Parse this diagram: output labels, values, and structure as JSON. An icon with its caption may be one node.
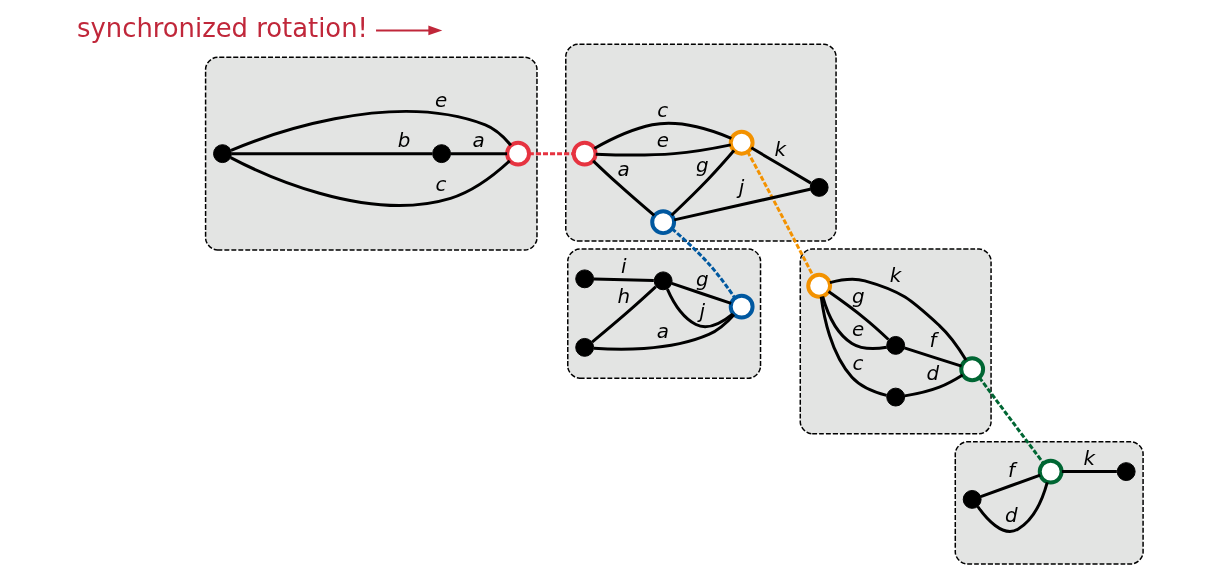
{
  "diagram": {
    "nodes": [
      {
        "text": [],
        "shape": "blob"
      },
      {
        "text": [],
        "shape": "circle",
        "in": 0
      },
      {
        "text": [],
        "shape": "circle",
        "in": 0
      },
      {
        "text": [],
        "shape": "circle",
        "in": 0
      },
      {
        "text": [],
        "shape": "blob"
      },
      {
        "text": [],
        "shape": "circle",
        "in": 4
      },
      {
        "text": [],
        "shape": "circle",
        "in": 4
      },
      {
        "text": [],
        "shape": "circle",
        "in": 4
      },
      {
        "text": [],
        "shape": "circle",
        "in": 4
      },
      {
        "text": [],
        "shape": "blob"
      },
      {
        "text": [],
        "shape": "circle",
        "in": 9
      },
      {
        "text": [],
        "shape": "circle",
        "in": 9
      },
      {
        "text": [],
        "shape": "circle",
        "in": 9
      },
      {
        "text": [],
        "shape": "circle",
        "in": 9
      },
      {
        "text": [],
        "shape": "blob"
      },
      {
        "text": [],
        "shape": "circle",
        "in": 14
      },
      {
        "text": [],
        "shape": "circle",
        "in": 14
      },
      {
        "text": [],
        "shape": "circle",
        "in": 14
      },
      {
        "text": [],
        "shape": "circle",
        "in": 14
      },
      {
        "text": [],
        "shape": "blob"
      },
      {
        "text": [],
        "shape": "circle",
        "in": 19
      },
      {
        "text": [],
        "shape": "circle",
        "in": 19
      },
      {
        "text": [],
        "shape": "circle",
        "in": 19
      },
      {
        "text": [
          "synchronized rotation!"
        ]
      }
    ],
    "edges": [
      {
        "from": 1,
        "to": 2,
        "arrow": "none",
        "label": "b"
      },
      {
        "from": 2,
        "to": 3,
        "arrow": "none",
        "label": "a"
      },
      {
        "from": 1,
        "to": 3,
        "arrow": "none",
        "label": "e"
      },
      {
        "from": 1,
        "to": 3,
        "arrow": "none",
        "label": "c"
      },
      {
        "from": 3,
        "to": 5,
        "arrow": "none",
        "style": "dashed",
        "color": "#e63340"
      },
      {
        "from": 5,
        "to": 6,
        "arrow": "none",
        "label": "c"
      },
      {
        "from": 5,
        "to": 6,
        "arrow": "none",
        "label": "e"
      },
      {
        "from": 5,
        "to": 7,
        "arrow": "none",
        "label": "a"
      },
      {
        "from": 7,
        "to": 6,
        "arrow": "none",
        "label": "g"
      },
      {
        "from": 6,
        "to": 8,
        "arrow": "none",
        "label": "k"
      },
      {
        "from": 7,
        "to": 8,
        "arrow": "none",
        "label": "j"
      },
      {
        "from": 6,
        "to": 16,
        "arrow": "none",
        "style": "dashed",
        "color": "#f39200"
      },
      {
        "from": 7,
        "to": 10,
        "arrow": "none",
        "style": "dashed",
        "color": "#0058a0"
      },
      {
        "from": 12,
        "to": 10,
        "arrow": "none",
        "label": "a"
      },
      {
        "from": 11,
        "to": 13,
        "arrow": "none",
        "label": "i"
      },
      {
        "from": 12,
        "to": 13,
        "arrow": "none",
        "label": "h"
      },
      {
        "from": 13,
        "to": 10,
        "arrow": "none",
        "label": "g"
      },
      {
        "from": 13,
        "to": 10,
        "arrow": "none",
        "label": "j"
      },
      {
        "from": 16,
        "to": 15,
        "arrow": "none",
        "label": "c"
      },
      {
        "from": 15,
        "to": 18,
        "arrow": "none",
        "label": "d"
      },
      {
        "from": 16,
        "to": 17,
        "arrow": "none",
        "label": "e"
      },
      {
        "from": 16,
        "to": 17,
        "arrow": "none",
        "label": "g"
      },
      {
        "from": 17,
        "to": 18,
        "arrow": "none",
        "label": "f"
      },
      {
        "from": 16,
        "to": 18,
        "arrow": "none",
        "label": "k"
      },
      {
        "from": 18,
        "to": 21,
        "arrow": "none",
        "style": "dashed",
        "color": "#006633"
      },
      {
        "from": 20,
        "to": 21,
        "arrow": "none",
        "label": "d"
      },
      {
        "from": 20,
        "to": 21,
        "arrow": "none",
        "label": "f"
      },
      {
        "from": 21,
        "to": 22,
        "arrow": "none",
        "label": "k"
      },
      {
        "from": 23,
        "to": null,
        "arrow": "to",
        "color": "#c0273a"
      }
    ]
  }
}
